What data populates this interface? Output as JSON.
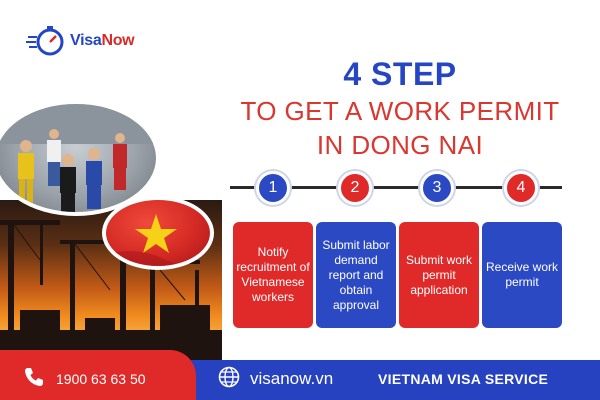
{
  "brand": {
    "logo_text_blue": "Visa",
    "logo_text_red": "Now",
    "colors": {
      "blue": "#2b49c2",
      "red": "#e02a2a",
      "dark_line": "#2a2a2a"
    }
  },
  "title": {
    "main": "4 STEP",
    "line1": "TO GET A WORK PERMIT",
    "line2": "IN DONG NAI"
  },
  "steps": [
    {
      "number": "1",
      "text": "Notify recruitment of Vietnamese workers",
      "color": "red",
      "badge_color": "blue"
    },
    {
      "number": "2",
      "text": "Submit labor demand report and obtain approval",
      "color": "blue",
      "badge_color": "red"
    },
    {
      "number": "3",
      "text": "Submit work permit application",
      "color": "red",
      "badge_color": "blue"
    },
    {
      "number": "4",
      "text": "Receive work permit",
      "color": "blue",
      "badge_color": "red"
    }
  ],
  "footer": {
    "phone": "1900 63 63 50",
    "phone_icon": "phone-icon",
    "website": "visanow.vn",
    "website_icon": "globe-icon",
    "service": "VIETNAM VISA SERVICE"
  },
  "images": [
    "industrial-port-sunset",
    "workers-group-photo",
    "vietnam-flag"
  ]
}
